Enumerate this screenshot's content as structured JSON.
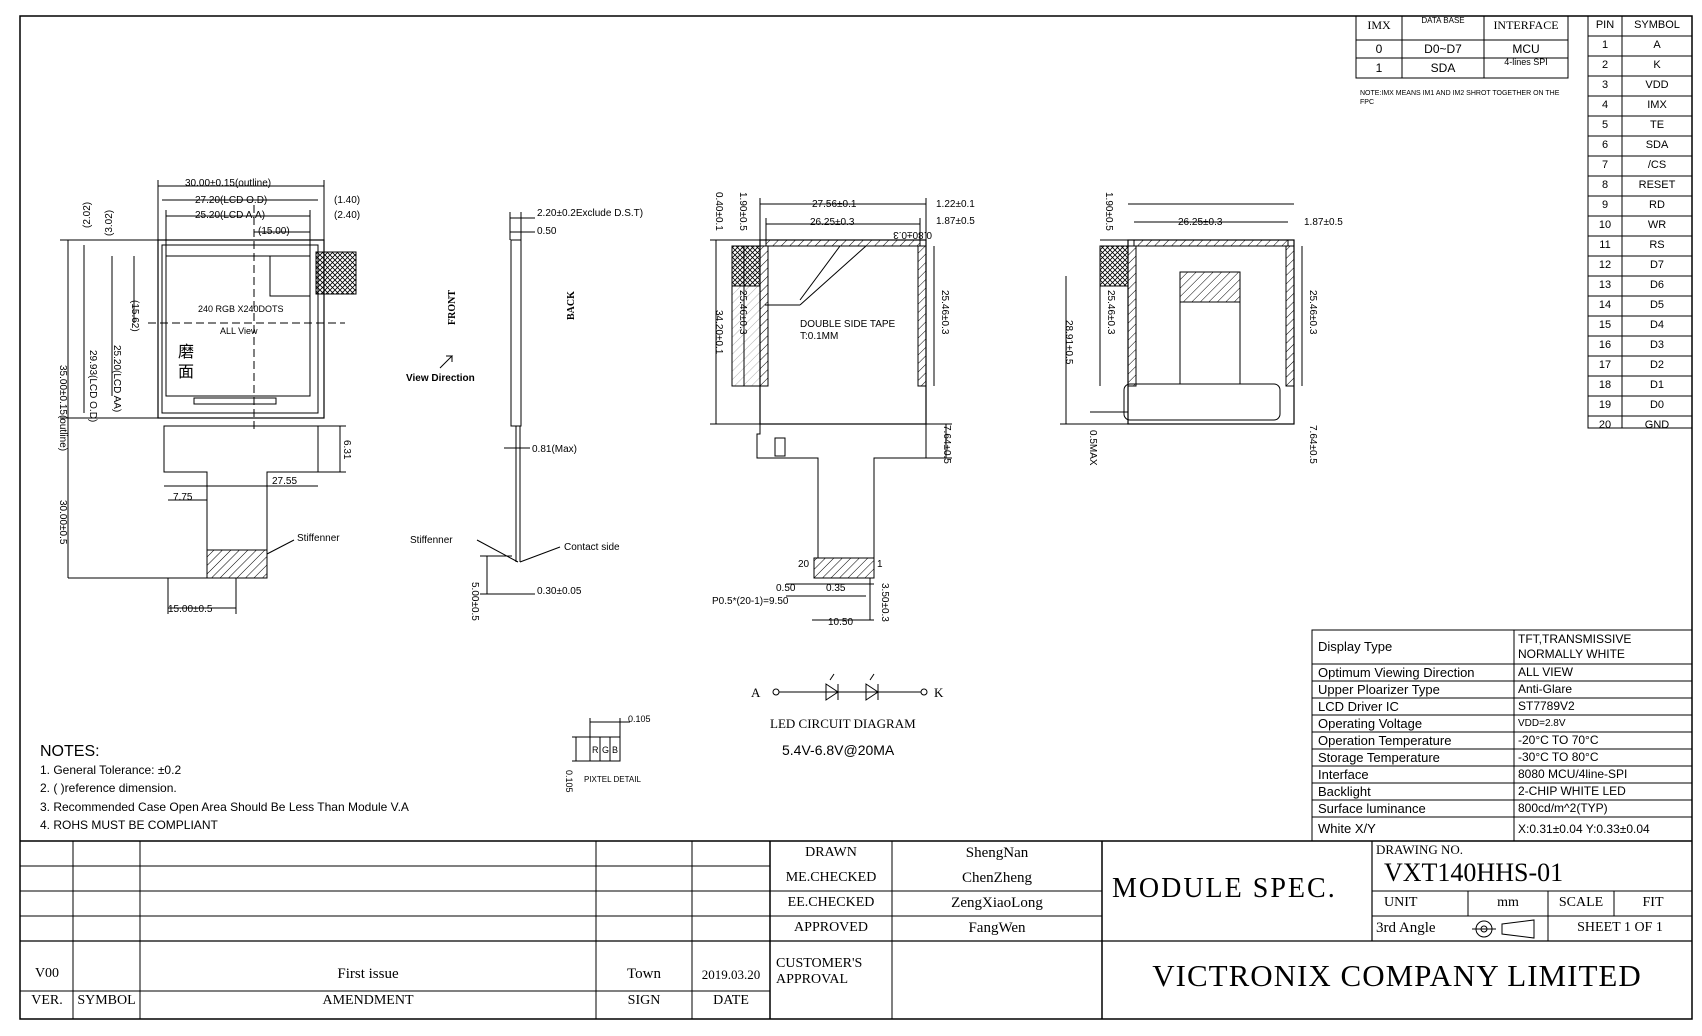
{
  "interface_table": {
    "headers": [
      "IMX",
      "DATA BASE",
      "INTERFACE"
    ],
    "rows": [
      [
        "0",
        "D0~D7",
        "MCU"
      ],
      [
        "1",
        "SDA",
        "4-lines SPI"
      ]
    ],
    "note": "NOTE:IMX MEANS IM1 AND IM2 SHROT TOGETHER ON THE FPC"
  },
  "pin_table": {
    "headers": [
      "PIN",
      "SYMBOL"
    ],
    "rows": [
      [
        "1",
        "A"
      ],
      [
        "2",
        "K"
      ],
      [
        "3",
        "VDD"
      ],
      [
        "4",
        "IMX"
      ],
      [
        "5",
        "TE"
      ],
      [
        "6",
        "SDA"
      ],
      [
        "7",
        "/CS"
      ],
      [
        "8",
        "RESET"
      ],
      [
        "9",
        "RD"
      ],
      [
        "10",
        "WR"
      ],
      [
        "11",
        "RS"
      ],
      [
        "12",
        "D7"
      ],
      [
        "13",
        "D6"
      ],
      [
        "14",
        "D5"
      ],
      [
        "15",
        "D4"
      ],
      [
        "16",
        "D3"
      ],
      [
        "17",
        "D2"
      ],
      [
        "18",
        "D1"
      ],
      [
        "19",
        "D0"
      ],
      [
        "20",
        "GND"
      ]
    ]
  },
  "front_view": {
    "dims": {
      "outline_w": "30.00±0.15(outline)",
      "od_w": "27.20(LCD O.D)",
      "aa_w": "25.20(LCD A.A)",
      "d15": "(15.00)",
      "d140": "(1.40)",
      "d240": "(2.40)",
      "d202": "(2.02)",
      "d302": "(3.02)",
      "d1562": "(15.62)",
      "aa_h": "25.20(LCD AA)",
      "od_h": "29.93(LCD O.D)",
      "outline_h": "35.00±0.15(outline)",
      "d631": "6.31",
      "d2755": "27.55",
      "d775": "7.75",
      "fpc_len": "30.00±0.5",
      "fpc_w": "15.00±0.5"
    },
    "resolution": "240 RGB X240DOTS",
    "view": "ALL View",
    "glyph1": "磨",
    "glyph2": "面",
    "stiffener": "Stiffenner"
  },
  "side_view": {
    "d220": "2.20±0.2Exclude D.S.T)",
    "d050": "0.50",
    "front": "FRONT",
    "back": "BACK",
    "view_direction": "View Direction",
    "d081": "0.81(Max)",
    "stiffener": "Stiffenner",
    "contact": "Contact side",
    "d030": "0.30±0.05",
    "d500": "5.00±0.5"
  },
  "back_view": {
    "d040": "0.40±0.1",
    "d190": "1.90±0.5",
    "d2756": "27.56±0.1",
    "d2625": "26.25±0.3",
    "d122": "1.22±0.1",
    "d187": "1.87±0.5",
    "d080": "0.80±0.3",
    "d3420": "34.20±0.1",
    "d2546": "25.46±0.3",
    "tape": "DOUBLE SIDE TAPE",
    "tape_t": "T:0.1MM",
    "d764": "7.64±0.5",
    "pin20": "20",
    "pin1": "1",
    "d050b": "0.50",
    "d035": "0.35",
    "pitch": "P0.5*(20-1)=9.50",
    "d1050": "10.50",
    "d350": "3.50±0.3"
  },
  "back_view_2": {
    "d190": "1.90±0.5",
    "d2625": "26.25±0.3",
    "d187": "1.87±0.5",
    "d2546": "25.46±0.3",
    "d2891": "28.91±0.5",
    "d05max": "0.5MAX",
    "d764": "7.64±0.5"
  },
  "led": {
    "a": "A",
    "k": "K",
    "title": "LED CIRCUIT DIAGRAM",
    "rating": "5.4V-6.8V@20MA"
  },
  "pixel": {
    "d0105": "0.105",
    "r": "R",
    "g": "G",
    "b": "B",
    "label": "PIXTEL DETAIL"
  },
  "notes": {
    "title": "NOTES:",
    "items": [
      "1. General Tolerance: ±0.2",
      "2. (      )reference dimension.",
      "3. Recommended Case Open Area Should Be Less Than Module V.A",
      "4. ROHS   MUST BE COMPLIANT"
    ]
  },
  "spec_table": [
    [
      "Display Type",
      "TFT,TRANSMISSIVE NORMALLY WHITE"
    ],
    [
      "Optimum Viewing Direction",
      "ALL VIEW"
    ],
    [
      "Upper Ploarizer Type",
      "Anti-Glare"
    ],
    [
      "LCD Driver IC",
      "ST7789V2"
    ],
    [
      "Operating Voltage",
      "VDD=2.8V"
    ],
    [
      "Operation Temperature",
      "-20°C TO 70°C"
    ],
    [
      "Storage Temperature",
      "-30°C TO 80°C"
    ],
    [
      "Interface",
      "8080 MCU/4line-SPI"
    ],
    [
      "Backlight",
      "2-CHIP WHITE LED"
    ],
    [
      "Surface luminance",
      "800cd/m^2(TYP)"
    ],
    [
      "White X/Y",
      "X:0.31±0.04 Y:0.33±0.04"
    ]
  ],
  "title_block": {
    "rev": {
      "ver": "V00",
      "amendment": "First issue",
      "sign": "Town",
      "date": "2019.03.20"
    },
    "rev_headers": {
      "ver": "VER.",
      "symbol": "SYMBOL",
      "amendment": "AMENDMENT",
      "sign": "SIGN",
      "date": "DATE"
    },
    "approvals": [
      {
        "role": "DRAWN",
        "name": "ShengNan"
      },
      {
        "role": "ME.CHECKED",
        "name": "ChenZheng"
      },
      {
        "role": "EE.CHECKED",
        "name": "ZengXiaoLong"
      },
      {
        "role": "APPROVED",
        "name": "FangWen"
      }
    ],
    "customer": "CUSTOMER'S APPROVAL",
    "module_spec": "MODULE SPEC.",
    "drawing_no_label": "DRAWING NO.",
    "drawing_no": "VXT140HHS-01",
    "unit_label": "UNIT",
    "unit": "mm",
    "scale_label": "SCALE",
    "scale": "FIT",
    "angle": "3rd Angle",
    "sheet": "SHEET 1 OF 1",
    "company": "VICTRONIX COMPANY LIMITED"
  }
}
